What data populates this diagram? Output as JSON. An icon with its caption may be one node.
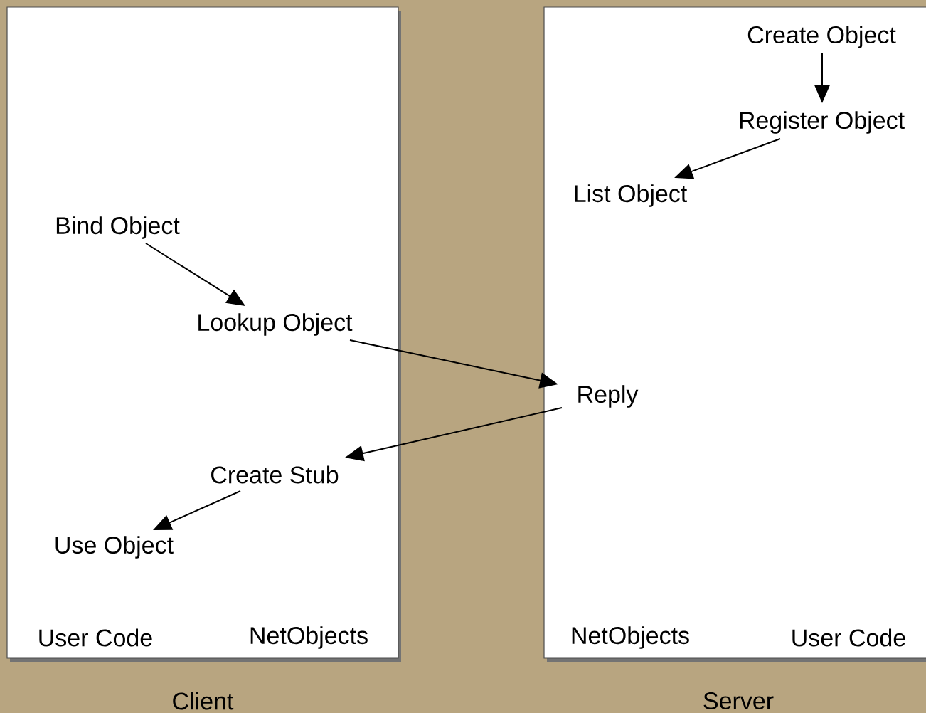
{
  "diagram": {
    "nodes": [
      {
        "text": [
          "User Code",
          "NetObjects"
        ],
        "beside": [
          "Client"
        ]
      },
      {
        "text": [
          "Bind Object"
        ],
        "in": 0
      },
      {
        "text": [
          "Lookup Object"
        ],
        "in": 0
      },
      {
        "text": [
          "Create Stub"
        ],
        "in": 0
      },
      {
        "text": [
          "Use Object"
        ],
        "in": 0
      },
      {
        "text": [
          "NetObjects",
          "User Code"
        ],
        "beside": [
          "Server"
        ]
      },
      {
        "text": [
          "Create Object"
        ],
        "in": 5
      },
      {
        "text": [
          "Register Object"
        ],
        "in": 5
      },
      {
        "text": [
          "List Object"
        ],
        "in": 5
      },
      {
        "text": [
          "Reply"
        ],
        "in": 5
      }
    ],
    "edges": [
      {
        "from": 1,
        "to": 2,
        "arrow": "to"
      },
      {
        "from": 2,
        "to": 9,
        "arrow": "to"
      },
      {
        "from": 9,
        "to": 3,
        "arrow": "to"
      },
      {
        "from": 3,
        "to": 4,
        "arrow": "to"
      },
      {
        "from": 6,
        "to": 7,
        "arrow": "to"
      },
      {
        "from": 7,
        "to": 8,
        "arrow": "to"
      }
    ]
  }
}
